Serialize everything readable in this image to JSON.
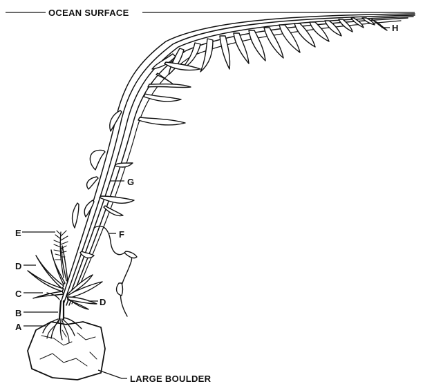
{
  "diagram": {
    "surface_label": "OCEAN SURFACE",
    "boulder_label": "LARGE BOULDER",
    "part_labels": {
      "a": "A",
      "b": "B",
      "c": "C",
      "d_left": "D",
      "d_right": "D",
      "e": "E",
      "f": "F",
      "g": "G",
      "h": "H"
    }
  }
}
